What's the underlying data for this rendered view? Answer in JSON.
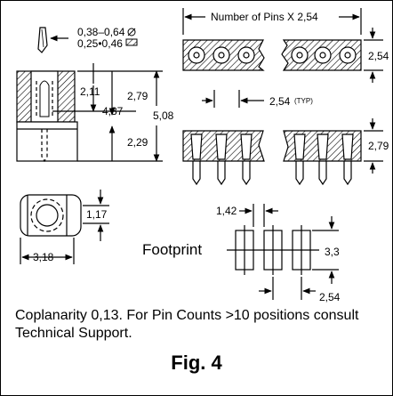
{
  "dimensions": {
    "lead_round": "0,38–0,64",
    "lead_square": "0,25•0,46",
    "pins_label": "Number of Pins X 2,54",
    "pitch_top_right": "2,54",
    "pitch_typ": "2,54",
    "typ": "(TYP)",
    "height_side": "2,79",
    "side_211": "2,11",
    "side_279": "2,79",
    "side_437": "4,37",
    "side_508": "5,08",
    "side_229": "2,29",
    "end_117": "1,17",
    "end_318": "3,18",
    "fp_142": "1,42",
    "fp_33": "3,3",
    "fp_254": "2,54"
  },
  "labels": {
    "footprint": "Footprint"
  },
  "notes": {
    "coplanarity": "Coplanarity 0,13. For Pin Counts >10 positions consult Technical Support."
  },
  "figure": {
    "caption": "Fig. 4"
  },
  "icons": [
    "round-lead-icon",
    "square-lead-icon"
  ]
}
